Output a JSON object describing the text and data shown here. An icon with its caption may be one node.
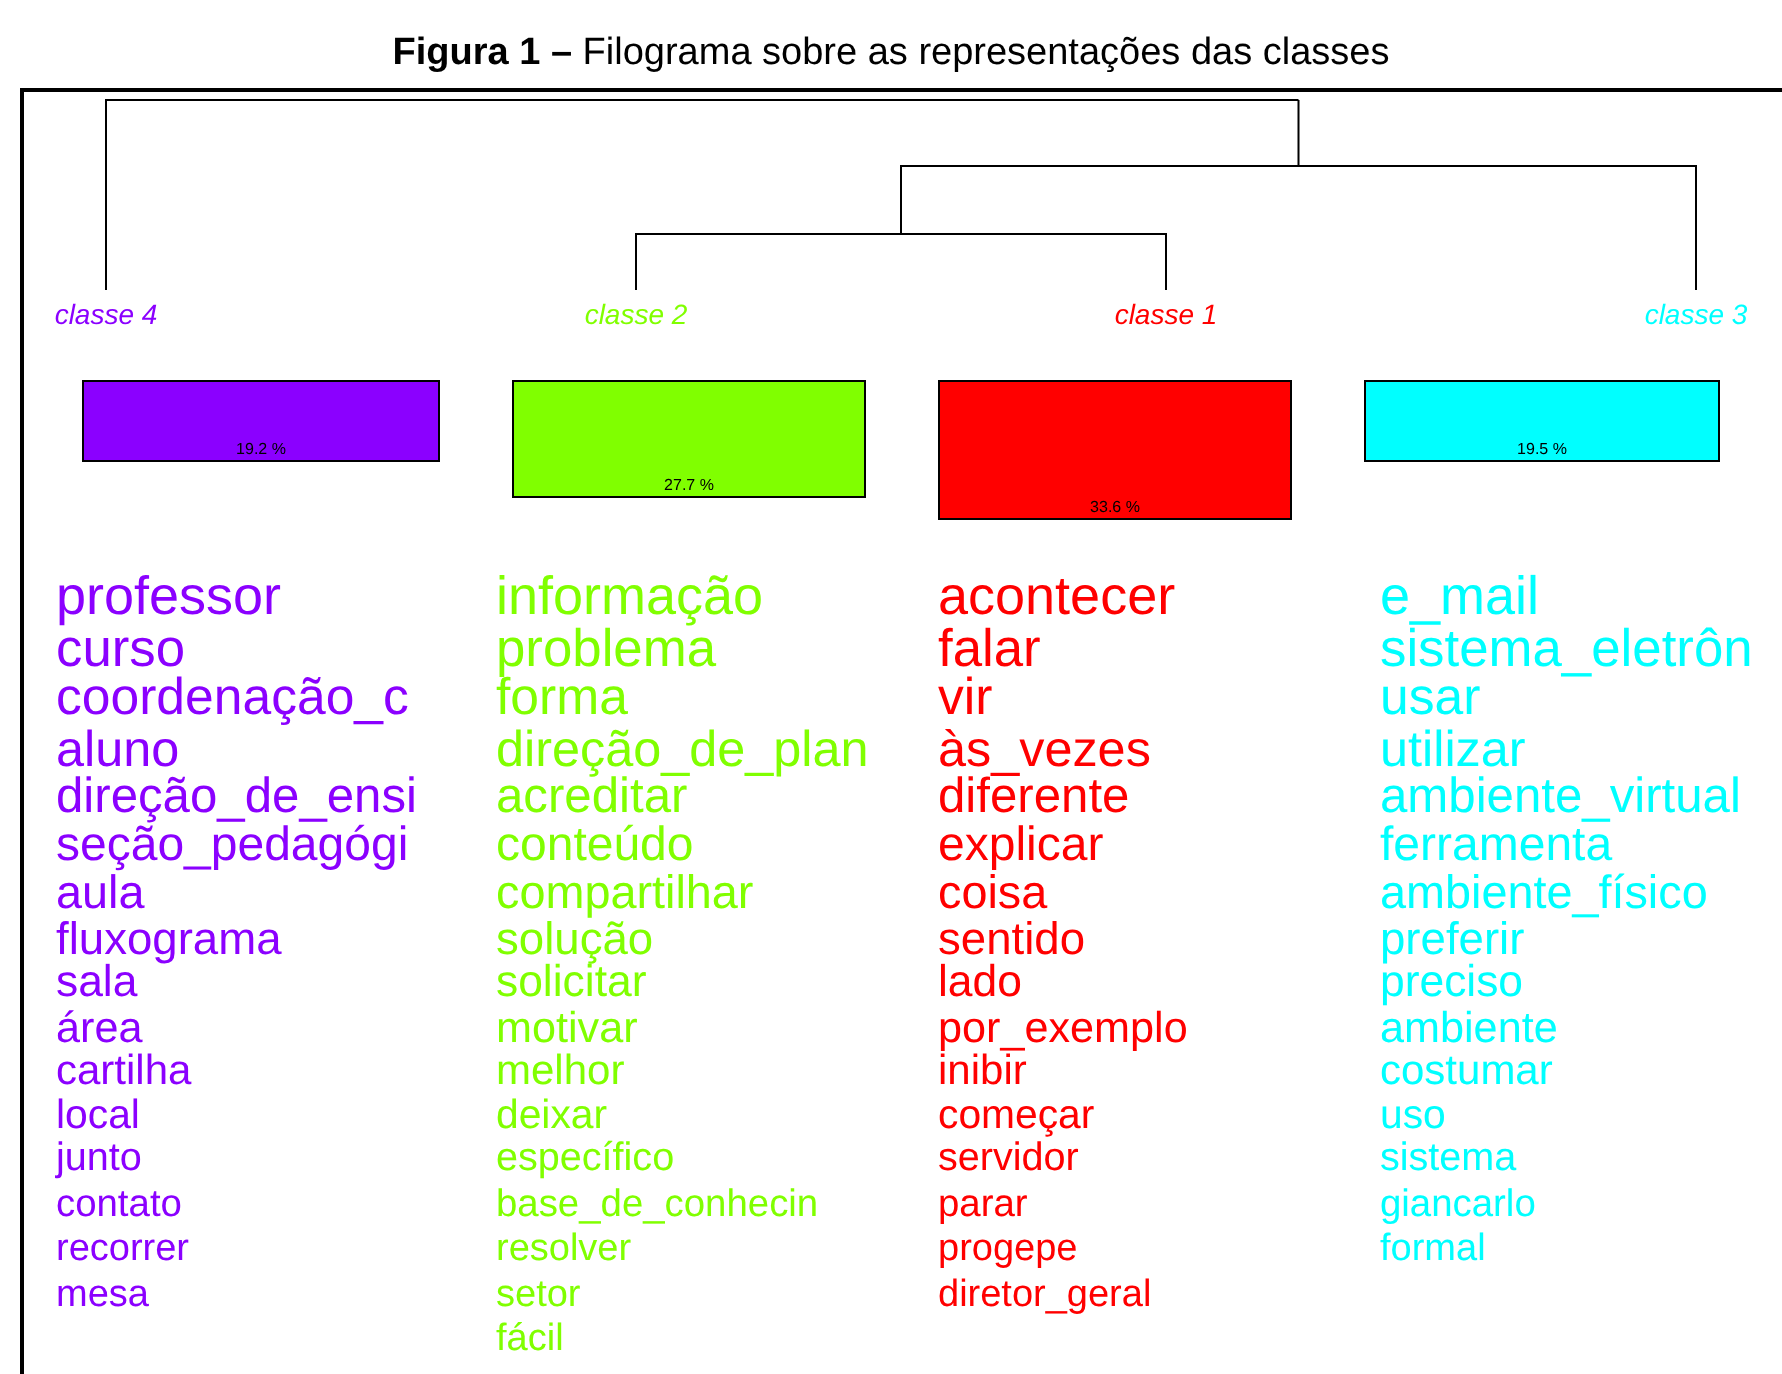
{
  "diagram": {
    "title": "**Figura 1 –** Filograma sobre as representações das classes",
    "nodes": [
      {
        "text": [
          "19.2 %"
        ],
        "beside": [
          "classe  4",
          "professor",
          "curso",
          "coordenação_c",
          "aluno",
          "direção_de_ensi",
          "seção_pedagógi",
          "aula",
          "fluxograma",
          "sala",
          "área",
          "cartilha",
          "local",
          "junto",
          "contato",
          "recorrer",
          "mesa"
        ]
      },
      {
        "text": [
          "27.7 %"
        ],
        "beside": [
          "classe  2",
          "informação",
          "problema",
          "forma",
          "direção_de_plan",
          "acreditar",
          "conteúdo",
          "compartilhar",
          "solução",
          "solicitar",
          "motivar",
          "melhor",
          "deixar",
          "específico",
          "base_de_conhecin",
          "resolver",
          "setor",
          "fácil"
        ]
      },
      {
        "text": [
          "33.6 %"
        ],
        "beside": [
          "classe  1",
          "acontecer",
          "falar",
          "vir",
          "às_vezes",
          "diferente",
          "explicar",
          "coisa",
          "sentido",
          "lado",
          "por_exemplo",
          "inibir",
          "começar",
          "servidor",
          "parar",
          "progepe",
          "diretor_geral"
        ]
      },
      {
        "text": [
          "19.5 %"
        ],
        "beside": [
          "classe  3",
          "e_mail",
          "sistema_eletrôn",
          "usar",
          "utilizar",
          "ambiente_virtual",
          "ferramenta",
          "ambiente_físico",
          "preferir",
          "preciso",
          "ambiente",
          "costumar",
          "uso",
          "sistema",
          "giancarlo",
          "formal"
        ]
      }
    ]
  }
}
